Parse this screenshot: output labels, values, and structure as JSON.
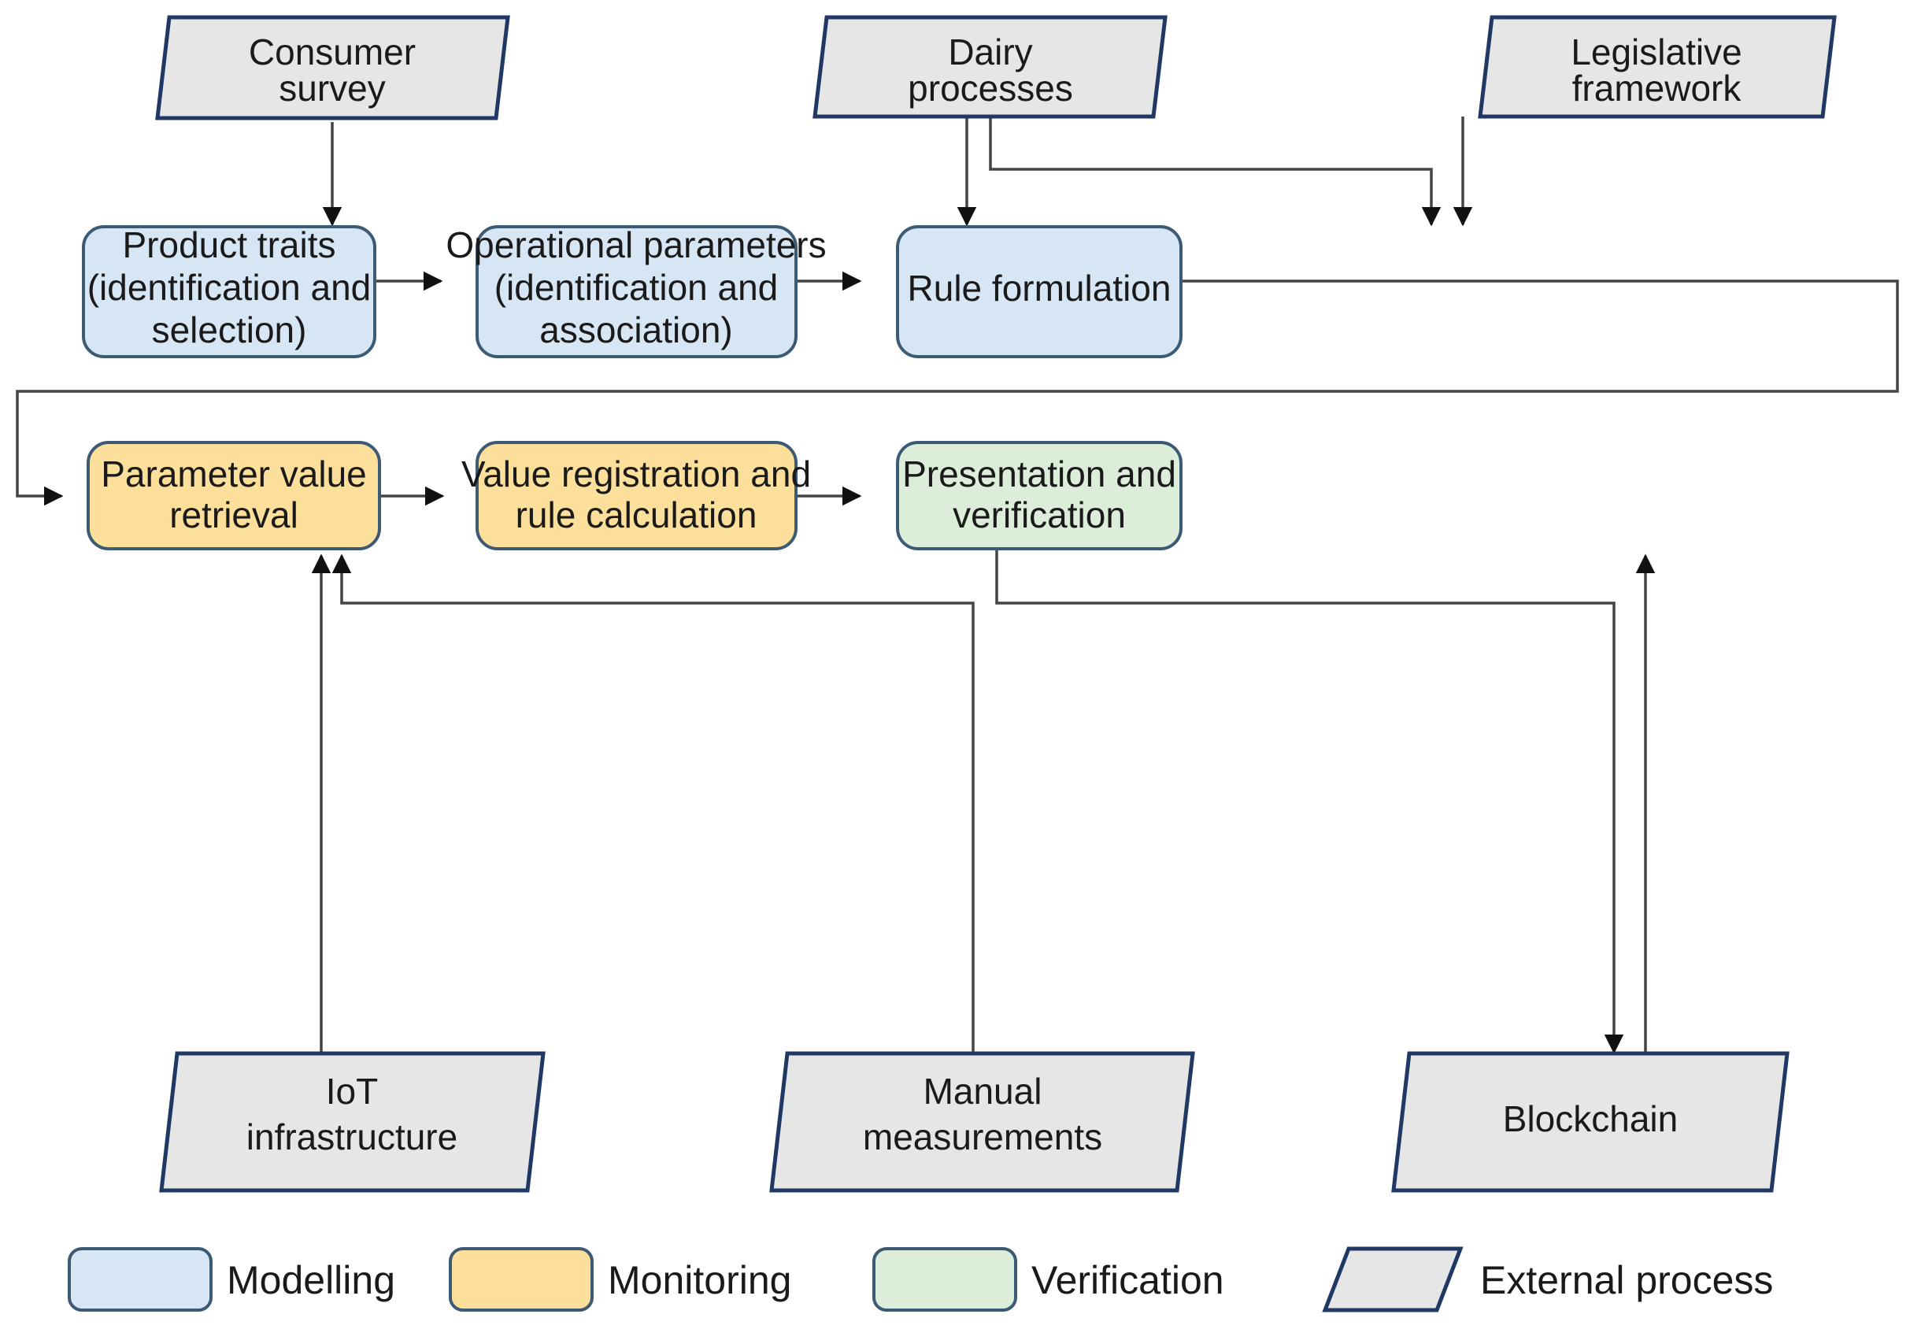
{
  "diagram": {
    "title": "Dairy product traceability and verification flowchart",
    "colors": {
      "modelling_fill": "#d6e6f5",
      "monitoring_fill": "#fbdf9a",
      "verification_fill": "#dcedda",
      "external_fill": "#e6e6e6",
      "process_stroke": "#3c5a73",
      "external_stroke": "#1f3864",
      "edge_stroke": "#444444",
      "text": "#1a1a1a"
    },
    "nodes": {
      "consumer_survey": {
        "label_line1": "Consumer",
        "label_line2": "survey",
        "category": "External process"
      },
      "dairy_processes": {
        "label_line1": "Dairy",
        "label_line2": "processes",
        "category": "External process"
      },
      "legislative_framework": {
        "label_line1": "Legislative",
        "label_line2": "framework",
        "category": "External process"
      },
      "product_traits": {
        "label_line1": "Product traits",
        "label_line2": "(identification and",
        "label_line3": "selection)",
        "category": "Modelling"
      },
      "operational_parameters": {
        "label_line1": "Operational parameters",
        "label_line2": "(identification and",
        "label_line3": "association)",
        "category": "Modelling"
      },
      "rule_formulation": {
        "label_line1": "Rule formulation",
        "category": "Modelling"
      },
      "parameter_value_retrieval": {
        "label_line1": "Parameter value",
        "label_line2": "retrieval",
        "category": "Monitoring"
      },
      "value_registration": {
        "label_line1": "Value registration and",
        "label_line2": "rule calculation",
        "category": "Monitoring"
      },
      "presentation_verification": {
        "label_line1": "Presentation and",
        "label_line2": "verification",
        "category": "Verification"
      },
      "iot_infrastructure": {
        "label_line1": "IoT",
        "label_line2": "infrastructure",
        "category": "External process"
      },
      "manual_measurements": {
        "label_line1": "Manual",
        "label_line2": "measurements",
        "category": "External process"
      },
      "blockchain": {
        "label_line1": "Blockchain",
        "category": "External process"
      }
    },
    "edges": [
      {
        "from": "consumer_survey",
        "to": "product_traits"
      },
      {
        "from": "dairy_processes",
        "to": "operational_parameters"
      },
      {
        "from": "dairy_processes",
        "to": "rule_formulation"
      },
      {
        "from": "legislative_framework",
        "to": "rule_formulation"
      },
      {
        "from": "product_traits",
        "to": "operational_parameters"
      },
      {
        "from": "operational_parameters",
        "to": "rule_formulation"
      },
      {
        "from": "rule_formulation",
        "to": "parameter_value_retrieval"
      },
      {
        "from": "parameter_value_retrieval",
        "to": "value_registration"
      },
      {
        "from": "value_registration",
        "to": "presentation_verification"
      },
      {
        "from": "iot_infrastructure",
        "to": "parameter_value_retrieval"
      },
      {
        "from": "manual_measurements",
        "to": "parameter_value_retrieval"
      },
      {
        "from": "value_registration",
        "to": "blockchain"
      },
      {
        "from": "blockchain",
        "to": "presentation_verification"
      }
    ],
    "legend": {
      "items": [
        {
          "label": "Modelling",
          "shape": "rounded-rect",
          "fill": "#d6e6f5"
        },
        {
          "label": "Monitoring",
          "shape": "rounded-rect",
          "fill": "#fbdf9a"
        },
        {
          "label": "Verification",
          "shape": "rounded-rect",
          "fill": "#dcedda"
        },
        {
          "label": "External process",
          "shape": "parallelogram",
          "fill": "#e6e6e6"
        }
      ]
    }
  }
}
